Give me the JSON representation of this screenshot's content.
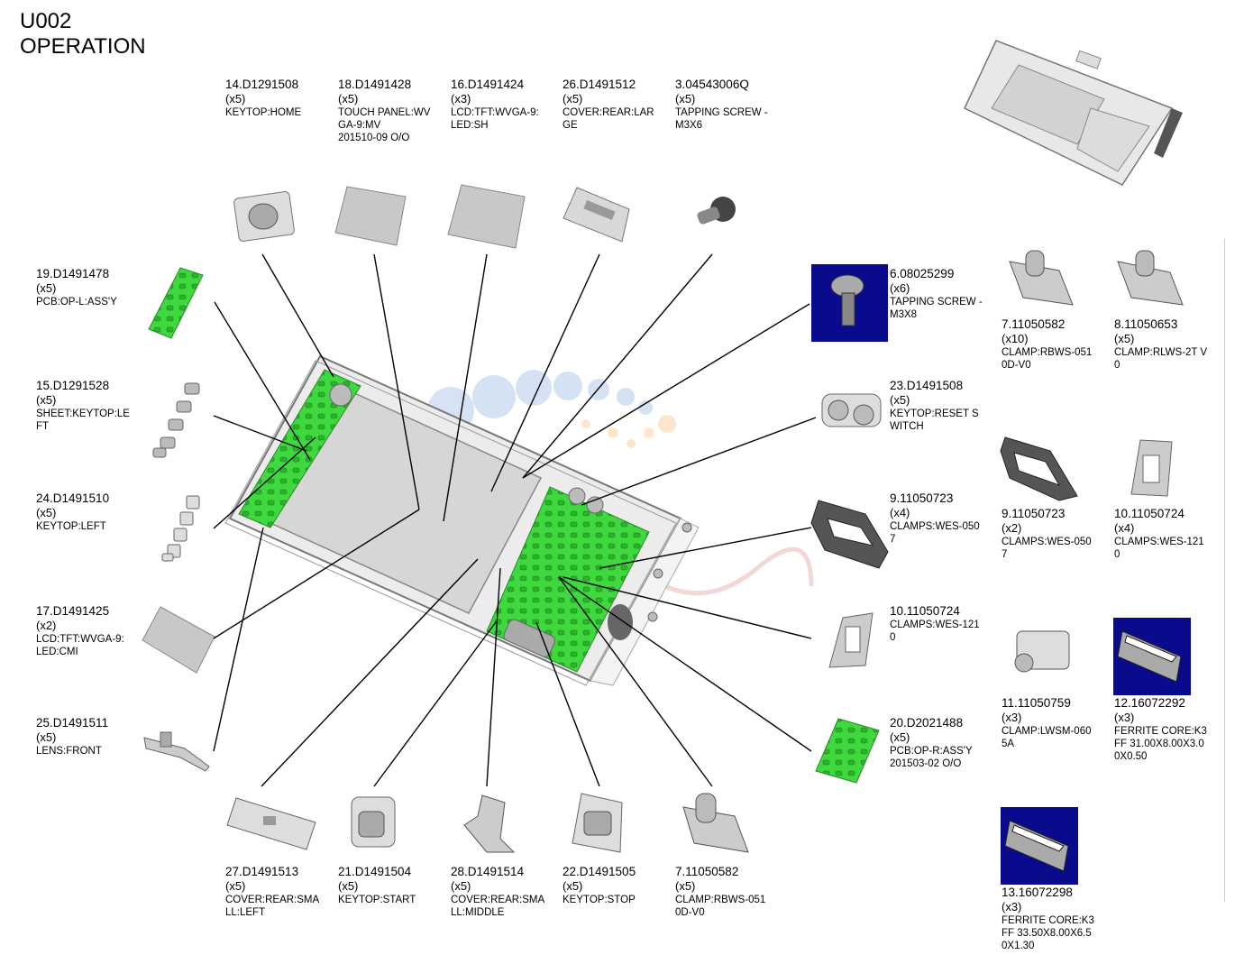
{
  "header": {
    "code": "U002",
    "title": "OPERATION"
  },
  "parts": [
    {
      "id": "p14",
      "number": "14.D1291508",
      "qty": "(x5)",
      "desc": "KEYTOP:HOME"
    },
    {
      "id": "p18",
      "number": "18.D1491428",
      "qty": "(x5)",
      "desc": "TOUCH PANEL:WV\nGA-9:MV\n201510-09 O/O"
    },
    {
      "id": "p16",
      "number": "16.D1491424",
      "qty": "(x3)",
      "desc": "LCD:TFT:WVGA-9:\nLED:SH"
    },
    {
      "id": "p26",
      "number": "26.D1491512",
      "qty": "(x5)",
      "desc": "COVER:REAR:LAR\nGE"
    },
    {
      "id": "p3",
      "number": "3.04543006Q",
      "qty": "(x5)",
      "desc": "TAPPING SCREW -\n M3X6"
    },
    {
      "id": "p19",
      "number": "19.D1491478",
      "qty": "(x5)",
      "desc": "PCB:OP-L:ASS'Y"
    },
    {
      "id": "p15",
      "number": "15.D1291528",
      "qty": "(x5)",
      "desc": "SHEET:KEYTOP:LE\nFT"
    },
    {
      "id": "p24",
      "number": "24.D1491510",
      "qty": "(x5)",
      "desc": "KEYTOP:LEFT"
    },
    {
      "id": "p17",
      "number": "17.D1491425",
      "qty": "(x2)",
      "desc": "LCD:TFT:WVGA-9:\nLED:CMI"
    },
    {
      "id": "p25",
      "number": "25.D1491511",
      "qty": "(x5)",
      "desc": "LENS:FRONT"
    },
    {
      "id": "p6",
      "number": "6.08025299",
      "qty": "(x6)",
      "desc": "TAPPING SCREW -\n M3X8"
    },
    {
      "id": "p23",
      "number": "23.D1491508",
      "qty": "(x5)",
      "desc": "KEYTOP:RESET S\nWITCH"
    },
    {
      "id": "p9a",
      "number": "9.11050723",
      "qty": "(x4)",
      "desc": "CLAMPS:WES-050\n7"
    },
    {
      "id": "p10a",
      "number": "10.11050724",
      "qty": "",
      "desc": "CLAMPS:WES-121\n0"
    },
    {
      "id": "p20",
      "number": "20.D2021488",
      "qty": "(x5)",
      "desc": "PCB:OP-R:ASS'Y\n201503-02 O/O"
    },
    {
      "id": "p7a",
      "number": "7.11050582",
      "qty": "(x10)",
      "desc": "CLAMP:RBWS-051\n0D-V0"
    },
    {
      "id": "p8",
      "number": "8.11050653",
      "qty": "(x5)",
      "desc": "CLAMP:RLWS-2T V\n0"
    },
    {
      "id": "p9b",
      "number": "9.11050723",
      "qty": "(x2)",
      "desc": "CLAMPS:WES-050\n7"
    },
    {
      "id": "p10b",
      "number": "10.11050724",
      "qty": "(x4)",
      "desc": "CLAMPS:WES-121\n0"
    },
    {
      "id": "p11",
      "number": "11.11050759",
      "qty": "(x3)",
      "desc": "CLAMP:LWSM-060\n5A"
    },
    {
      "id": "p12",
      "number": "12.16072292",
      "qty": "(x3)",
      "desc": "FERRITE CORE:K3\n FF 31.00X8.00X3.0\n0X0.50"
    },
    {
      "id": "p13",
      "number": "13.16072298",
      "qty": "(x3)",
      "desc": "FERRITE CORE:K3\n FF 33.50X8.00X6.5\n0X1.30"
    },
    {
      "id": "p27",
      "number": "27.D1491513",
      "qty": "(x5)",
      "desc": "COVER:REAR:SMA\nLL:LEFT"
    },
    {
      "id": "p21",
      "number": "21.D1491504",
      "qty": "(x5)",
      "desc": "KEYTOP:START"
    },
    {
      "id": "p28",
      "number": "28.D1491514",
      "qty": "(x5)",
      "desc": "COVER:REAR:SMA\nLL:MIDDLE"
    },
    {
      "id": "p22",
      "number": "22.D1491505",
      "qty": "(x5)",
      "desc": "KEYTOP:STOP"
    },
    {
      "id": "p7b",
      "number": "7.11050582",
      "qty": "(x5)",
      "desc": "CLAMP:RBWS-051\n0D-V0"
    }
  ],
  "colors": {
    "pcb_green": "#3fd83f",
    "part_gray": "#c8c8c8",
    "highlight_blue": "#0a0a8c",
    "leader_line": "#000000"
  }
}
